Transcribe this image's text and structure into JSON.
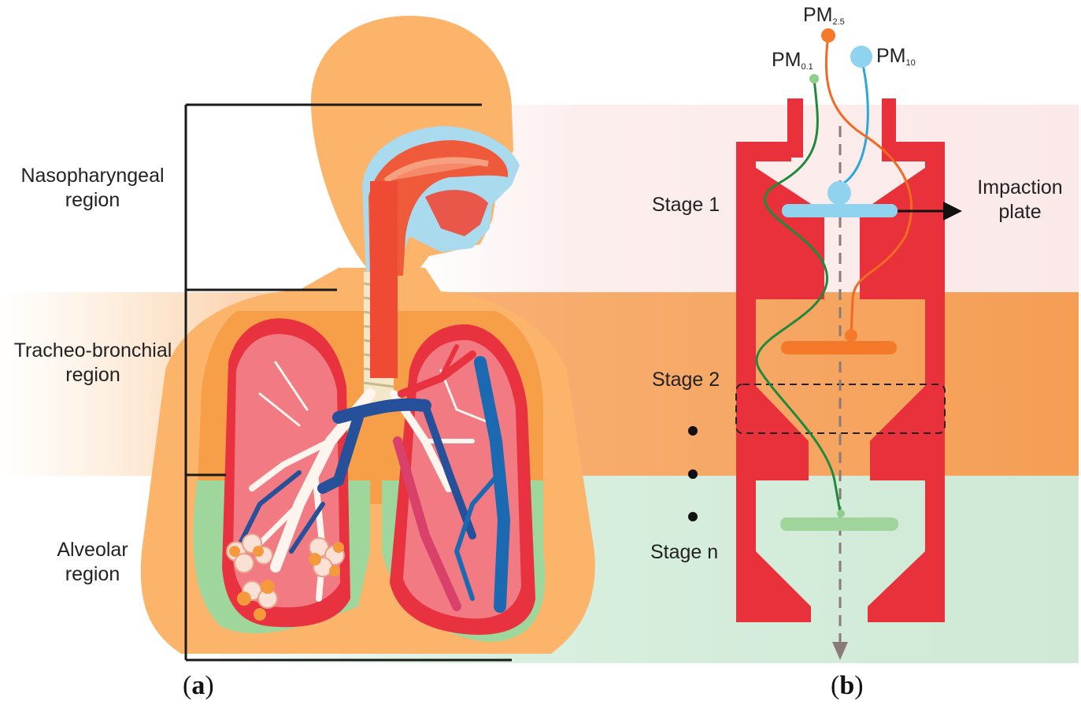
{
  "regions": {
    "nasopharyngeal": {
      "line1": "Nasopharyngeal",
      "line2": "region"
    },
    "tracheobronchial": {
      "line1": "Tracheo-bronchial",
      "line2": "region"
    },
    "alveolar": {
      "line1": "Alveolar",
      "line2": "region"
    }
  },
  "particles": {
    "pm25": {
      "base": "PM",
      "sub": "2.5"
    },
    "pm01": {
      "base": "PM",
      "sub": "0.1"
    },
    "pm10": {
      "base": "PM",
      "sub": "10"
    }
  },
  "stages": {
    "stage1": "Stage 1",
    "stage2": "Stage 2",
    "stagen": "Stage n"
  },
  "impaction": {
    "line1": "Impaction",
    "line2": "plate"
  },
  "panels": {
    "a": {
      "open": "(",
      "letter": "a",
      "close": ")"
    },
    "b": {
      "open": "(",
      "letter": "b",
      "close": ")"
    }
  },
  "colors": {
    "skin": "#fbb46a",
    "impactor_red": "#e8313a",
    "orange_band": "#f7a35a",
    "green_band": "#d7eedd",
    "pink_band": "#fdeeee",
    "pm10": "#8fd3ef",
    "pm25": "#f47a2a",
    "pm01": "#8fcf8a",
    "trajectory_green": "#1f8a3c"
  }
}
